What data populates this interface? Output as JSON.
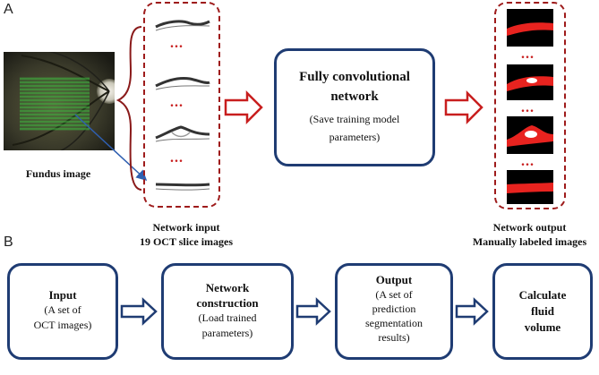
{
  "panels": {
    "a": "A",
    "b": "B"
  },
  "top": {
    "fundus_label": "Fundus image",
    "network_input_label": [
      "Network input",
      "19 OCT slice images"
    ],
    "fcn_box": {
      "title": [
        "Fully convolutional",
        "network"
      ],
      "subtitle": [
        "(Save training model",
        "parameters)"
      ]
    },
    "network_output_label": [
      "Network output",
      "Manually labeled images"
    ],
    "ellipsis": "..."
  },
  "bottom": {
    "steps": [
      {
        "title": [
          "Input"
        ],
        "subtitle": [
          "(A set of",
          "OCT images)"
        ]
      },
      {
        "title": [
          "Network",
          "construction"
        ],
        "subtitle": [
          "(Load trained",
          "parameters)"
        ]
      },
      {
        "title": [
          "Output"
        ],
        "subtitle": [
          "(A set of",
          "prediction",
          "segmentation",
          "results)"
        ]
      },
      {
        "title": [
          "Calculate",
          "fluid",
          "volume"
        ],
        "subtitle": []
      }
    ]
  },
  "colors": {
    "box_border": "#1f3c73",
    "dashed_border": "#9e1b1b",
    "arrow_red": "#c81e1e",
    "arrow_blue": "#1f3c73",
    "segmentation": "#e8231f"
  }
}
